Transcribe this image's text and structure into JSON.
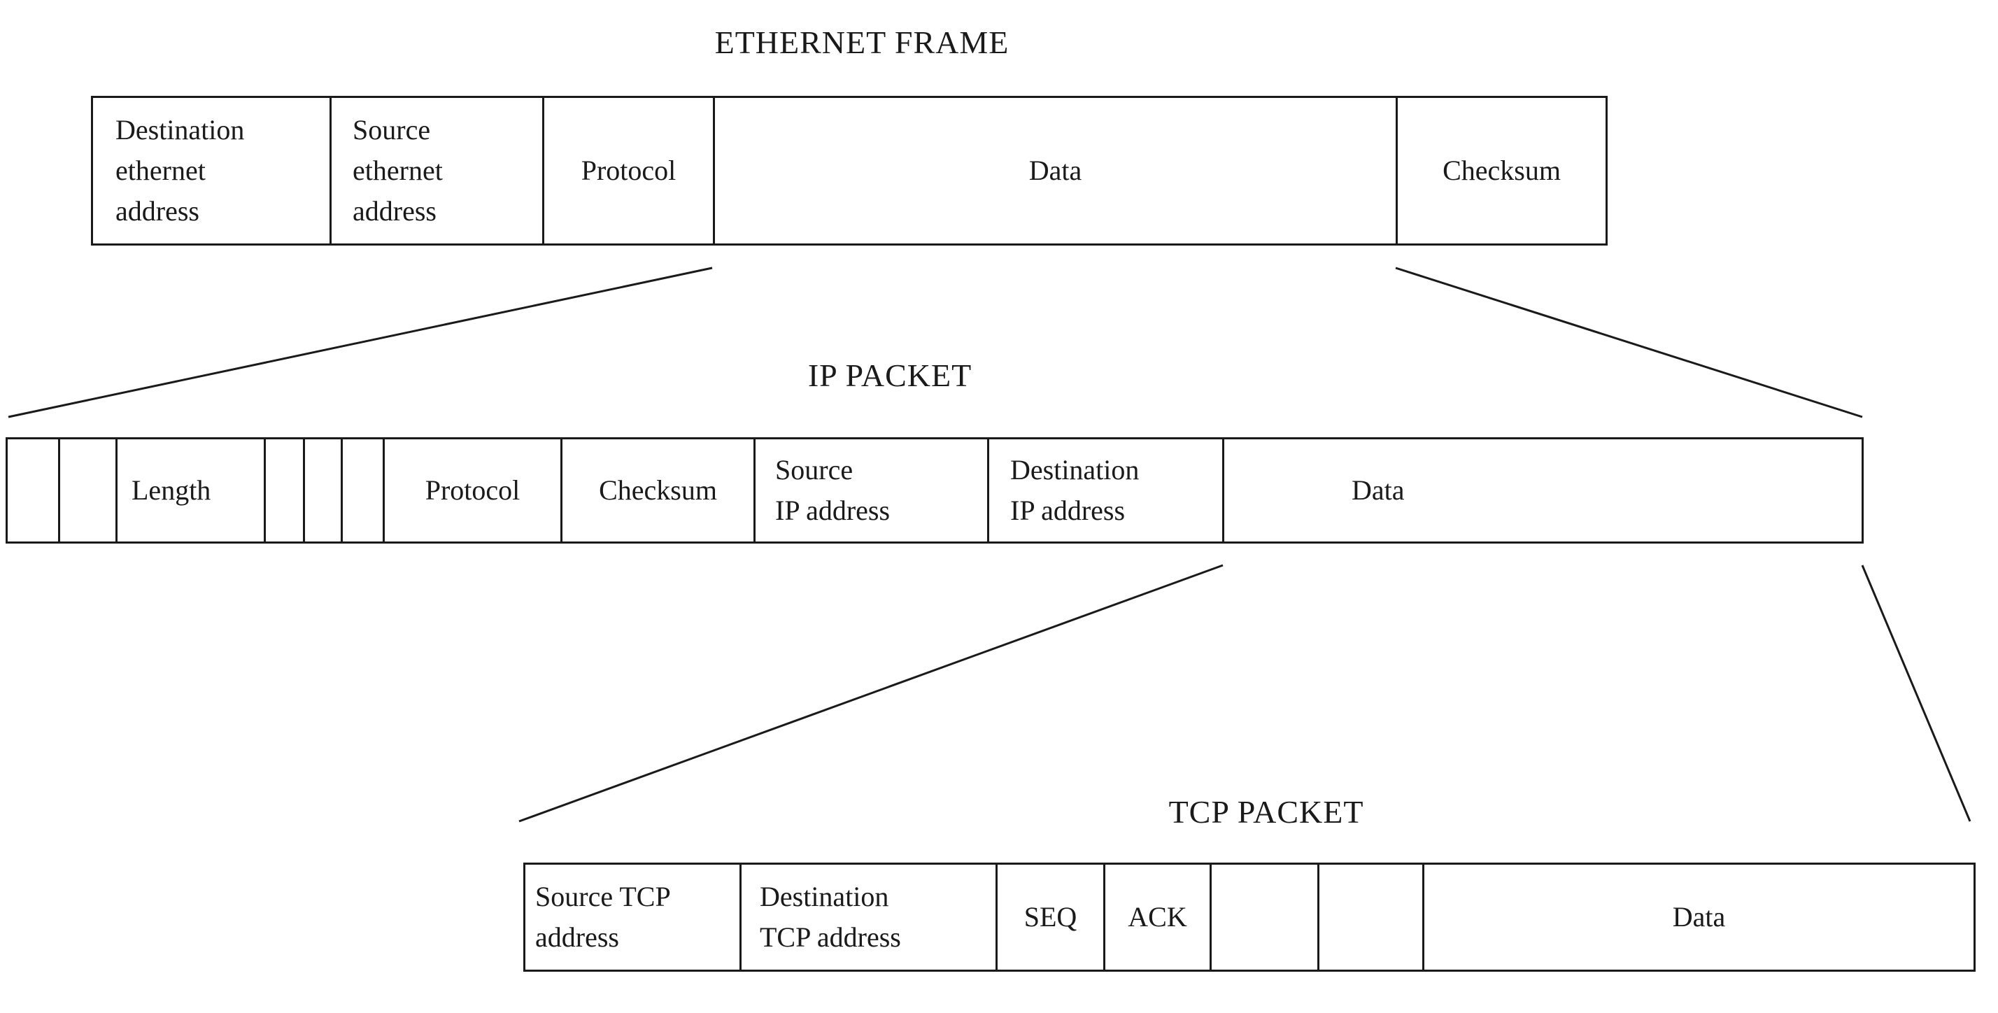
{
  "ethernet": {
    "title": "ETHERNET FRAME",
    "fields": [
      {
        "label": "Destination\nethernet\naddress"
      },
      {
        "label": "Source\nethernet\naddress"
      },
      {
        "label": "Protocol"
      },
      {
        "label": "Data"
      },
      {
        "label": "Checksum"
      }
    ]
  },
  "ip": {
    "title": "IP PACKET",
    "fields": [
      {
        "label": ""
      },
      {
        "label": ""
      },
      {
        "label": "Length"
      },
      {
        "label": ""
      },
      {
        "label": ""
      },
      {
        "label": ""
      },
      {
        "label": "Protocol"
      },
      {
        "label": "Checksum"
      },
      {
        "label": "Source\nIP address"
      },
      {
        "label": "Destination\nIP address"
      },
      {
        "label": "Data"
      }
    ]
  },
  "tcp": {
    "title": "TCP PACKET",
    "fields": [
      {
        "label": "Source TCP\naddress"
      },
      {
        "label": "Destination\nTCP address"
      },
      {
        "label": "SEQ"
      },
      {
        "label": "ACK"
      },
      {
        "label": ""
      },
      {
        "label": ""
      },
      {
        "label": "Data"
      }
    ]
  }
}
